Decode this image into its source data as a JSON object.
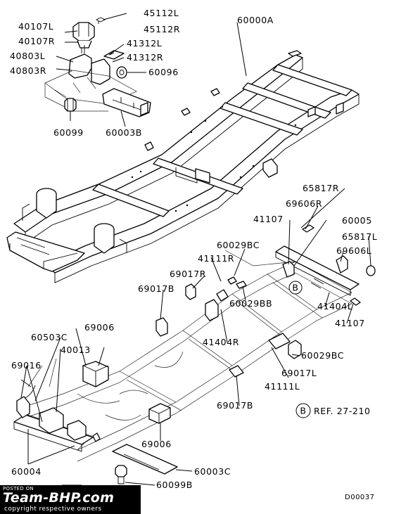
{
  "labels": {
    "l45112L": "45112L",
    "l45112R": "45112R",
    "l40107L": "40107L",
    "l40107R": "40107R",
    "l60000A": "60000A",
    "l41312L": "41312L",
    "l41312R": "41312R",
    "l40803L": "40803L",
    "l40803R": "40803R",
    "l60096": "60096",
    "l60099": "60099",
    "l60003B": "60003B",
    "l65817R_top": "65817R",
    "l69606R": "69606R",
    "l41107_top": "41107",
    "l60005": "60005",
    "l65817L": "65817L",
    "l60029BC_top": "60029BC",
    "l69606L": "69606L",
    "l41111R": "41111R",
    "l69017R": "69017R",
    "l69017B_top": "69017B",
    "l60029BB": "60029BB",
    "l41404L": "41404L",
    "l41107_bot": "41107",
    "l69006_top": "69006",
    "l41404R": "41404R",
    "l60029BC_bot": "60029BC",
    "l60503C": "60503C",
    "l40013": "40013",
    "l69017L": "69017L",
    "l69016": "69016",
    "l41111L": "41111L",
    "l69017B_bot": "69017B",
    "l69006_bot": "69006",
    "l60004": "60004",
    "l60003C": "60003C",
    "l60099B": "60099B"
  },
  "reference": {
    "symbol": "B",
    "text": "REF. 27-210"
  },
  "callout_symbol": "B",
  "diagram_code": "D00037",
  "watermark": {
    "small": "POSTED ON",
    "brand": "Team-BHP.com",
    "copyright": "copyright respective owners"
  }
}
